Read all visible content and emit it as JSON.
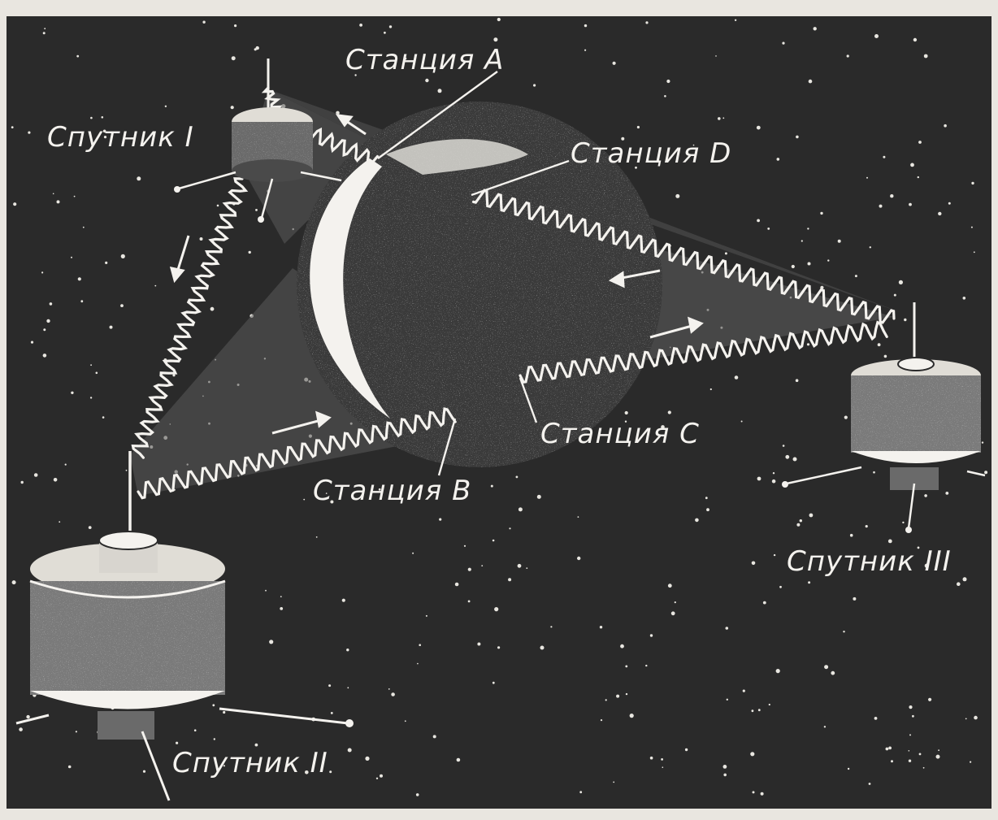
{
  "labels": {
    "station_a": "Станция A",
    "station_b": "Станция B",
    "station_c": "Станция C",
    "station_d": "Станция D",
    "satellite_1": "Спутник I",
    "satellite_2": "Спутник II",
    "satellite_3": "Спутник III"
  },
  "colors": {
    "space": "#2a2a2a",
    "paper": "#e9e6e0",
    "line": "#f4f2ee",
    "earth_dark": "#3a3a3a"
  }
}
